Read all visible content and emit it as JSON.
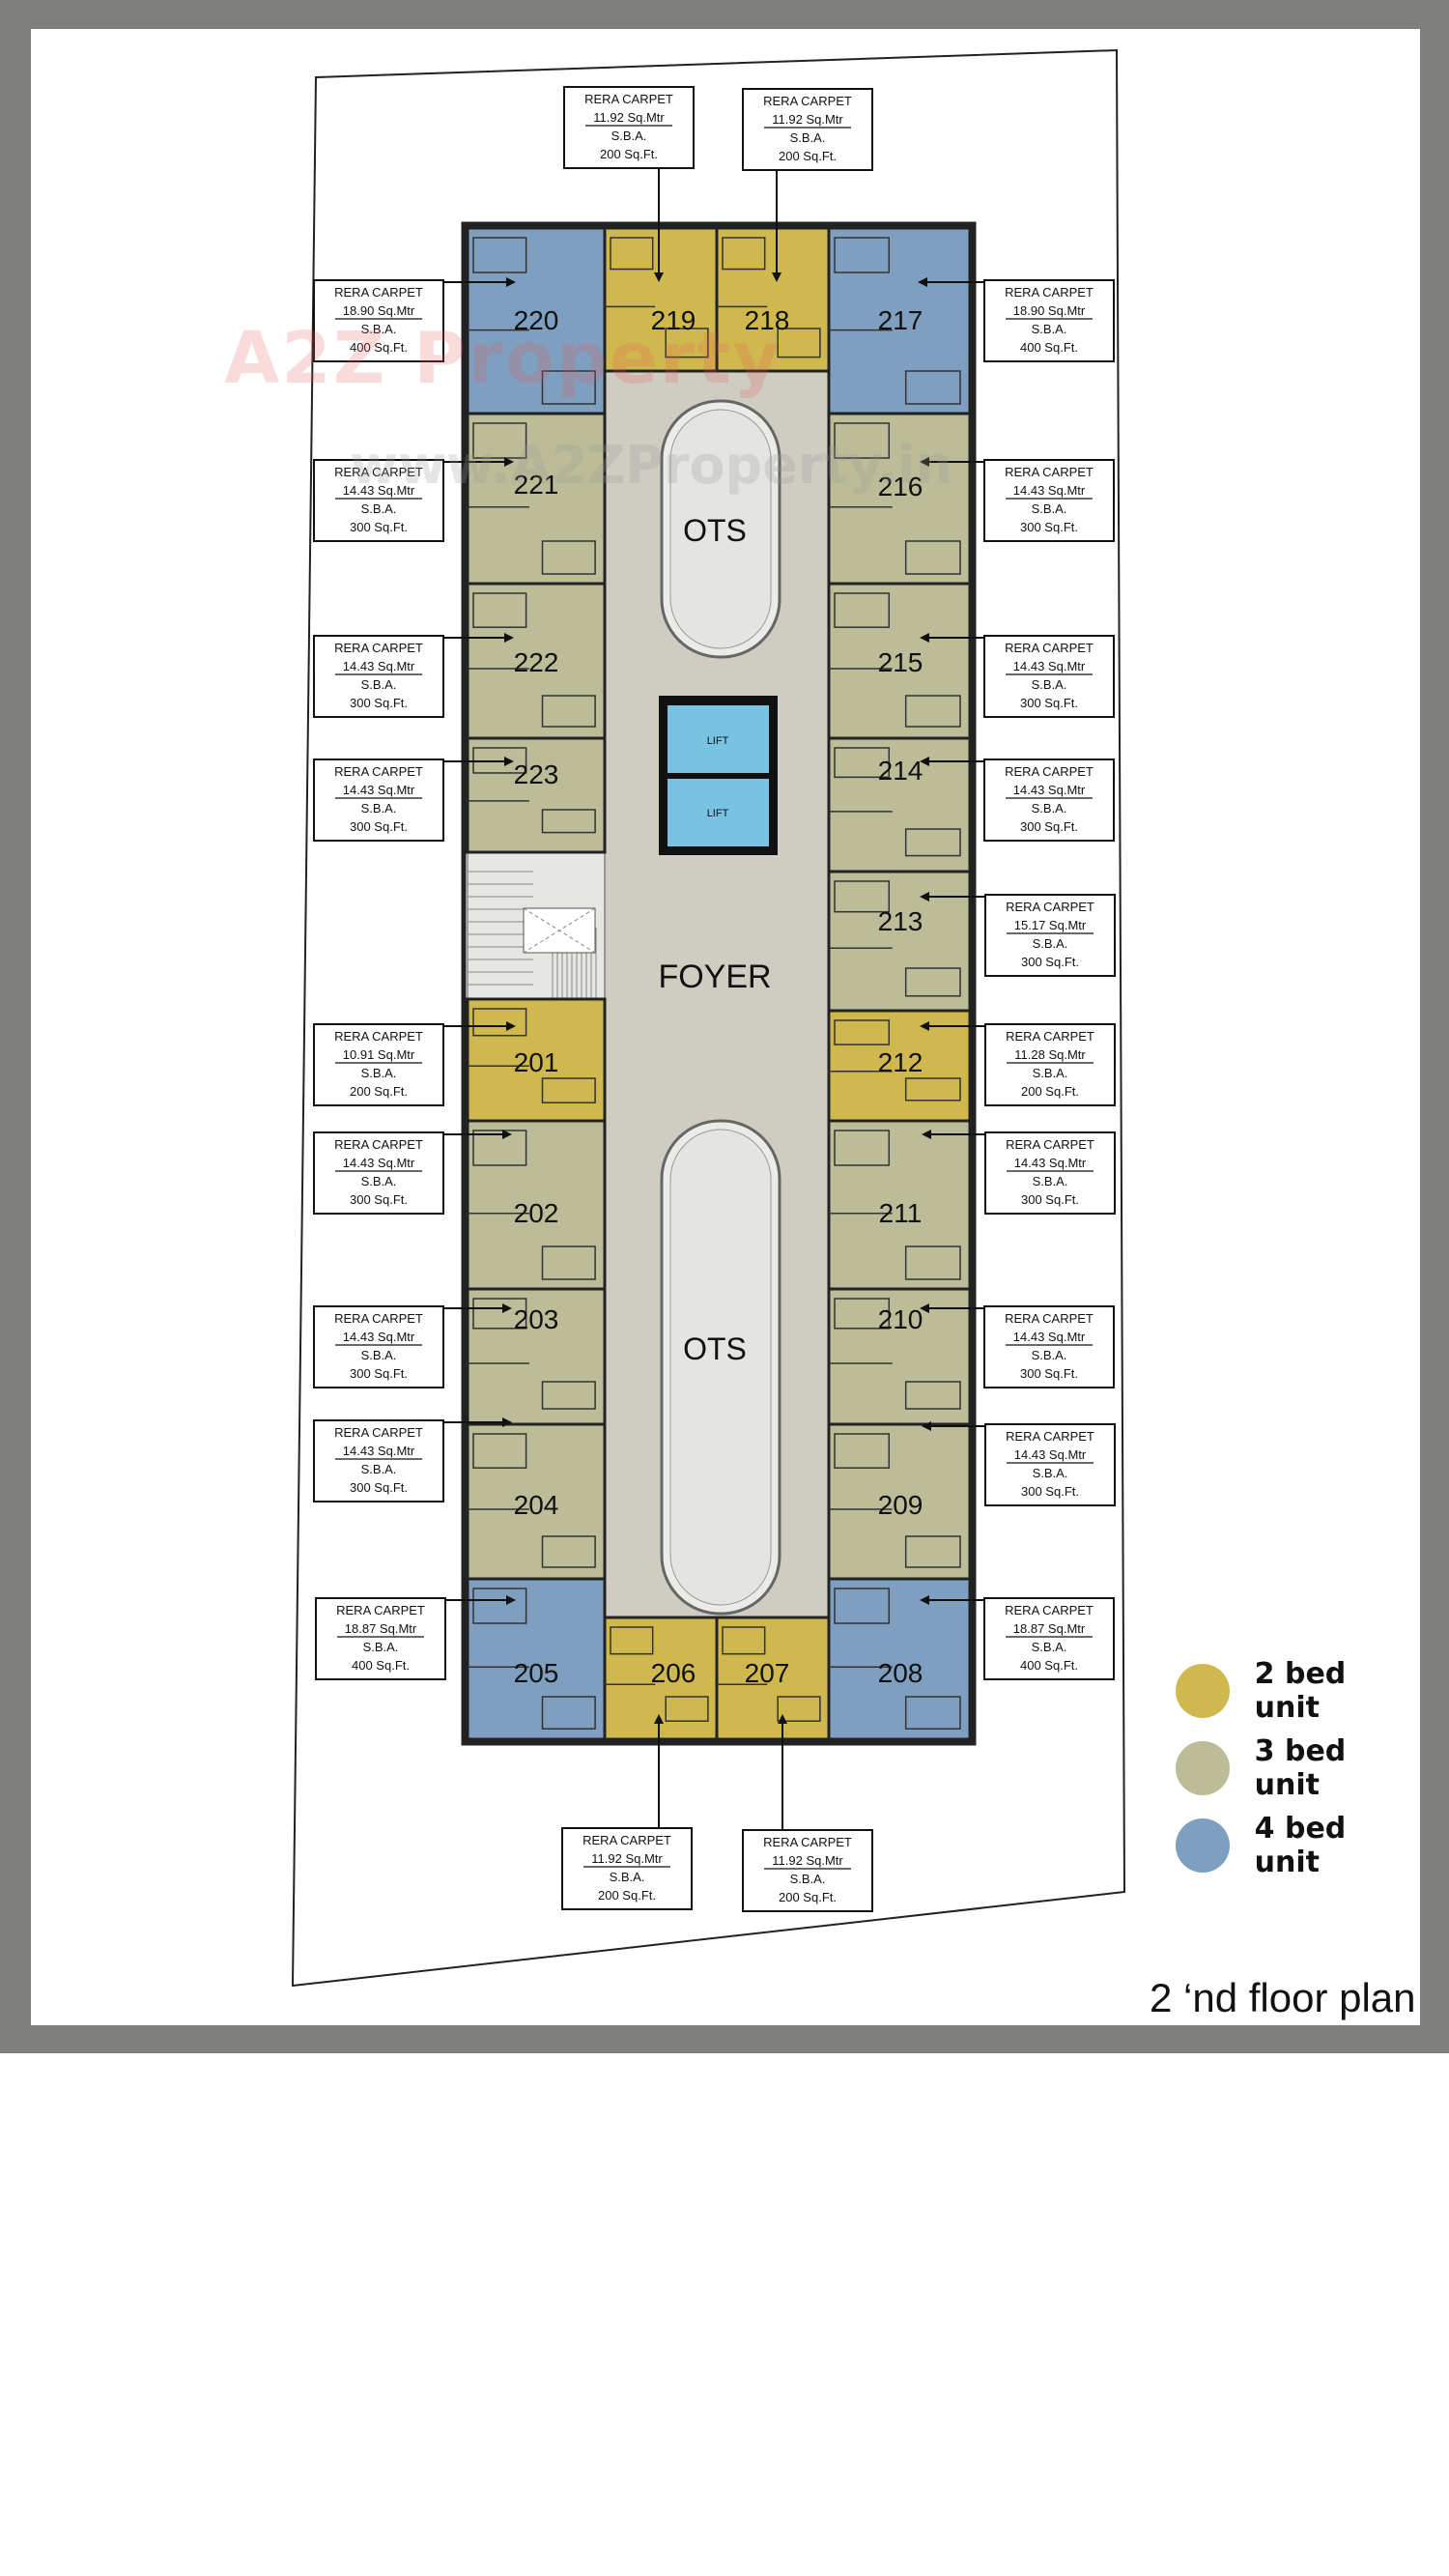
{
  "title": "2 ‘nd floor plan",
  "colors": {
    "two_bed": "#cfb94e",
    "three_bed": "#bcbc98",
    "four_bed": "#7e9fc0",
    "lift": "#78c3e4",
    "corridor": "#cfccc2"
  },
  "center_labels": {
    "ots_top": "OTS",
    "ots_bottom": "OTS",
    "foyer": "FOYER",
    "lift": "LIFT"
  },
  "watermark": {
    "logo": "A2Z Property",
    "url": "www.A2ZProperty.in"
  },
  "legend": [
    {
      "label": "2 bed unit",
      "color": "#cfb94e"
    },
    {
      "label": "3 bed unit",
      "color": "#bcbc98"
    },
    {
      "label": "4 bed unit",
      "color": "#7e9fc0"
    }
  ],
  "units": [
    {
      "no": "220",
      "type": "4bed"
    },
    {
      "no": "219",
      "type": "2bed"
    },
    {
      "no": "218",
      "type": "2bed"
    },
    {
      "no": "217",
      "type": "4bed"
    },
    {
      "no": "221",
      "type": "3bed"
    },
    {
      "no": "216",
      "type": "3bed"
    },
    {
      "no": "222",
      "type": "3bed"
    },
    {
      "no": "215",
      "type": "3bed"
    },
    {
      "no": "223",
      "type": "3bed"
    },
    {
      "no": "214",
      "type": "3bed"
    },
    {
      "no": "213",
      "type": "3bed"
    },
    {
      "no": "201",
      "type": "2bed"
    },
    {
      "no": "212",
      "type": "2bed"
    },
    {
      "no": "202",
      "type": "3bed"
    },
    {
      "no": "211",
      "type": "3bed"
    },
    {
      "no": "203",
      "type": "3bed"
    },
    {
      "no": "210",
      "type": "3bed"
    },
    {
      "no": "204",
      "type": "3bed"
    },
    {
      "no": "209",
      "type": "3bed"
    },
    {
      "no": "205",
      "type": "4bed"
    },
    {
      "no": "206",
      "type": "2bed"
    },
    {
      "no": "207",
      "type": "2bed"
    },
    {
      "no": "208",
      "type": "4bed"
    }
  ],
  "area_boxes": [
    {
      "unit": "219",
      "lines": [
        "RERA CARPET",
        "11.92 Sq.Mtr",
        "S.B.A.",
        "200 Sq.Ft."
      ]
    },
    {
      "unit": "218",
      "lines": [
        "RERA CARPET",
        "11.92 Sq.Mtr",
        "S.B.A.",
        "200 Sq.Ft."
      ]
    },
    {
      "unit": "220",
      "lines": [
        "RERA CARPET",
        "18.90 Sq.Mtr",
        "S.B.A.",
        "400 Sq.Ft."
      ]
    },
    {
      "unit": "217",
      "lines": [
        "RERA CARPET",
        "18.90 Sq.Mtr",
        "S.B.A.",
        "400 Sq.Ft."
      ]
    },
    {
      "unit": "221",
      "lines": [
        "RERA CARPET",
        "14.43 Sq.Mtr",
        "S.B.A.",
        "300 Sq.Ft."
      ]
    },
    {
      "unit": "216",
      "lines": [
        "RERA CARPET",
        "14.43 Sq.Mtr",
        "S.B.A.",
        "300 Sq.Ft."
      ]
    },
    {
      "unit": "222",
      "lines": [
        "RERA CARPET",
        "14.43 Sq.Mtr",
        "S.B.A.",
        "300 Sq.Ft."
      ]
    },
    {
      "unit": "215",
      "lines": [
        "RERA CARPET",
        "14.43 Sq.Mtr",
        "S.B.A.",
        "300 Sq.Ft."
      ]
    },
    {
      "unit": "223",
      "lines": [
        "RERA CARPET",
        "14.43 Sq.Mtr",
        "S.B.A.",
        "300 Sq.Ft."
      ]
    },
    {
      "unit": "214",
      "lines": [
        "RERA CARPET",
        "14.43 Sq.Mtr",
        "S.B.A.",
        "300 Sq.Ft."
      ]
    },
    {
      "unit": "213",
      "lines": [
        "RERA CARPET",
        "15.17 Sq.Mtr",
        "S.B.A.",
        "300 Sq.Ft."
      ]
    },
    {
      "unit": "201",
      "lines": [
        "RERA CARPET",
        "10.91 Sq.Mtr",
        "S.B.A.",
        "200 Sq.Ft."
      ]
    },
    {
      "unit": "212",
      "lines": [
        "RERA CARPET",
        "11.28 Sq.Mtr",
        "S.B.A.",
        "200 Sq.Ft."
      ]
    },
    {
      "unit": "202",
      "lines": [
        "RERA CARPET",
        "14.43 Sq.Mtr",
        "S.B.A.",
        "300 Sq.Ft."
      ]
    },
    {
      "unit": "211",
      "lines": [
        "RERA CARPET",
        "14.43 Sq.Mtr",
        "S.B.A.",
        "300 Sq.Ft."
      ]
    },
    {
      "unit": "203",
      "lines": [
        "RERA CARPET",
        "14.43 Sq.Mtr",
        "S.B.A.",
        "300 Sq.Ft."
      ]
    },
    {
      "unit": "210",
      "lines": [
        "RERA CARPET",
        "14.43 Sq.Mtr",
        "S.B.A.",
        "300 Sq.Ft."
      ]
    },
    {
      "unit": "204",
      "lines": [
        "RERA CARPET",
        "14.43 Sq.Mtr",
        "S.B.A.",
        "300 Sq.Ft."
      ]
    },
    {
      "unit": "209",
      "lines": [
        "RERA CARPET",
        "14.43 Sq.Mtr",
        "S.B.A.",
        "300 Sq.Ft."
      ]
    },
    {
      "unit": "205",
      "lines": [
        "RERA CARPET",
        "18.87 Sq.Mtr",
        "S.B.A.",
        "400 Sq.Ft."
      ]
    },
    {
      "unit": "208",
      "lines": [
        "RERA CARPET",
        "18.87 Sq.Mtr",
        "S.B.A.",
        "400 Sq.Ft."
      ]
    },
    {
      "unit": "206",
      "lines": [
        "RERA CARPET",
        "11.92 Sq.Mtr",
        "S.B.A.",
        "200 Sq.Ft."
      ]
    },
    {
      "unit": "207",
      "lines": [
        "RERA CARPET",
        "11.92 Sq.Mtr",
        "S.B.A.",
        "200 Sq.Ft."
      ]
    }
  ]
}
